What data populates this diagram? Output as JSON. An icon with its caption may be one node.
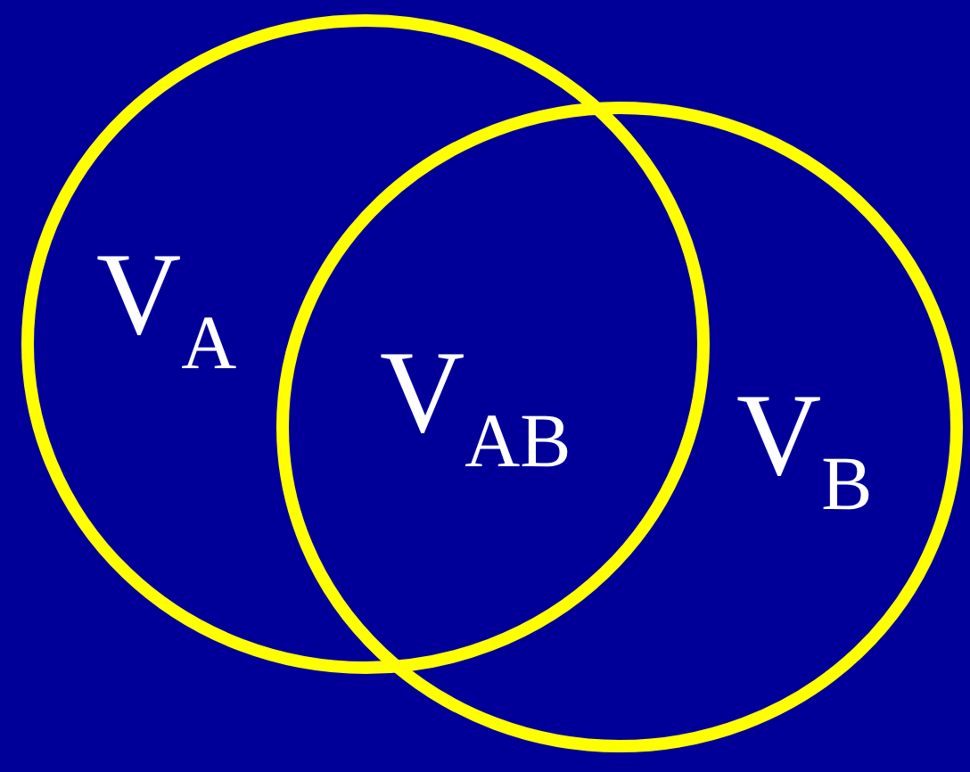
{
  "diagram": {
    "nodes": [
      {
        "text": [
          "V$_{A}$"
        ]
      },
      {
        "text": [
          "V$_{B}$"
        ]
      }
    ],
    "labels": [
      "V$_{AB}$"
    ]
  }
}
